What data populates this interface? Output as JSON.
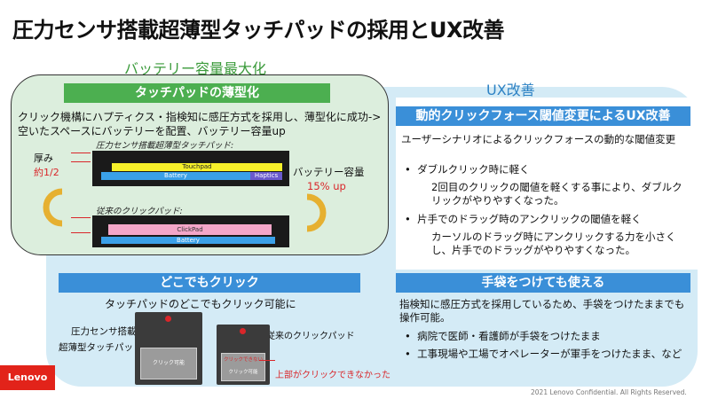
{
  "slide": {
    "title": "圧力センサ搭載超薄型タッチパッドの採用とUX改善",
    "green_caption": "バッテリー容量最大化",
    "blue_caption": "UX改善"
  },
  "green_panel": {
    "header": "タッチパッドの薄型化",
    "description": "クリック機構にハプティクス・指検知に感圧方式を採用し、薄型化に成功-> 空いたスペースにバッテリーを配置、バッテリー容量up",
    "new_label": "圧力センサ搭載超薄型タッチパッド:",
    "old_label": "従来のクリックパッド:",
    "thickness_label": "厚み",
    "thickness_value": "約1/2",
    "battery_label": "バッテリー容量",
    "battery_value": "15% up",
    "diagram_touchpad": "Touchpad",
    "diagram_battery": "Battery",
    "diagram_haptics": "Haptics",
    "diagram_clickpad": "ClickPad",
    "diagram_battery_old": "Battery"
  },
  "right_panel": {
    "header": "動的クリックフォース閾値変更によるUX改善",
    "intro": "ユーザーシナリオによるクリックフォースの動的な閾値変更",
    "bullet1": "ダブルクリック時に軽く",
    "bullet1_detail": "2回目のクリックの閾値を軽くする事により、ダブルクリックがやりやすくなった。",
    "bullet2": "片手でのドラッグ時のアンクリックの閾値を軽く",
    "bullet2_detail": "カーソルのドラッグ時にアンクリックする力を小さくし、片手でのドラッグがやりやすくなった。"
  },
  "anywhere_panel": {
    "header": "どこでもクリック",
    "subtitle": "タッチパッドのどこでもクリック可能に",
    "left_label_1": "圧力センサ搭載",
    "left_label_2": "超薄型タッチパッド",
    "right_label": "従来のクリックパッド",
    "pad_text_new": "クリック可能",
    "pad_text_old_top": "クリックできない",
    "pad_text_old_bottom": "クリック可能",
    "note": "上部がクリックできなかった"
  },
  "glove_panel": {
    "header": "手袋をつけても使える",
    "intro": "指検知に感圧方式を採用しているため、手袋をつけたままでも操作可能。",
    "bullet1": "病院で医師・看護師が手袋をつけたまま",
    "bullet2": "工事現場や工場でオペレーターが軍手をつけたまま、など"
  },
  "brand": {
    "logo": "Lenovo",
    "footer": "2021 Lenovo Confidential. All Rights Reserved."
  },
  "colors": {
    "green_bar": "#4caf50",
    "blue_bar": "#3a8fd8",
    "green_panel_bg": "#dceedd",
    "blue_bg": "#d4ebf6",
    "accent_red": "#d9262a",
    "battery_blue": "#3aa0e8",
    "touchpad_yellow": "#f6f02a",
    "clickpad_pink": "#f4a6c8"
  }
}
